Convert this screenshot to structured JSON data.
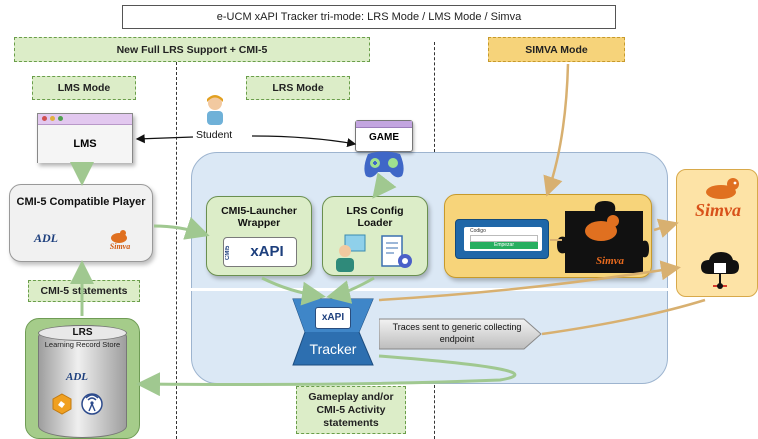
{
  "header": {
    "title": "e-UCM xAPI Tracker tri-mode: LRS Mode / LMS Mode / Simva"
  },
  "banners": {
    "new_support_bold": "New",
    "new_support_rest": " Full LRS Support + CMI-5",
    "simva_mode": "SIMVA Mode"
  },
  "modes": {
    "lms_mode": "LMS Mode",
    "lrs_mode": "LRS Mode"
  },
  "lms": {
    "label": "LMS"
  },
  "student": {
    "label": "Student"
  },
  "game": {
    "label": "GAME"
  },
  "player": {
    "title": "CMI-5 Compatible Player",
    "adl_logo": "ADL",
    "simva_logo": "Simva"
  },
  "cmi5_statements": "CMI-5 statements",
  "lrs_store": {
    "title": "LRS",
    "subtitle": "Learning Record Store",
    "adl_logo": "ADL"
  },
  "cmi5_launcher": {
    "title": "CMI5-Launcher Wrapper",
    "logo_small": "CMI5",
    "logo_big": "xAPI"
  },
  "config_loader": {
    "title": "LRS Config Loader"
  },
  "tracker": {
    "logo": "xAPI",
    "label": "Tracker"
  },
  "traces_note": "Traces sent to generic collecting endpoint",
  "gameplay_label": "Gameplay and/or CMI-5 Activity statements",
  "simva_panel": {
    "form_label": "Codigo",
    "form_button": "Empezar",
    "piece_logo": "Simva"
  },
  "simva_side": {
    "logo": "Simva"
  },
  "colors": {
    "green_fill": "#dcedc8",
    "green_border": "#6a9e4a",
    "gold_fill": "#f6d37a",
    "blue_area": "#dbe8f5",
    "tracker_blue": "#2d6fb0",
    "simva_orange": "#e07020"
  }
}
